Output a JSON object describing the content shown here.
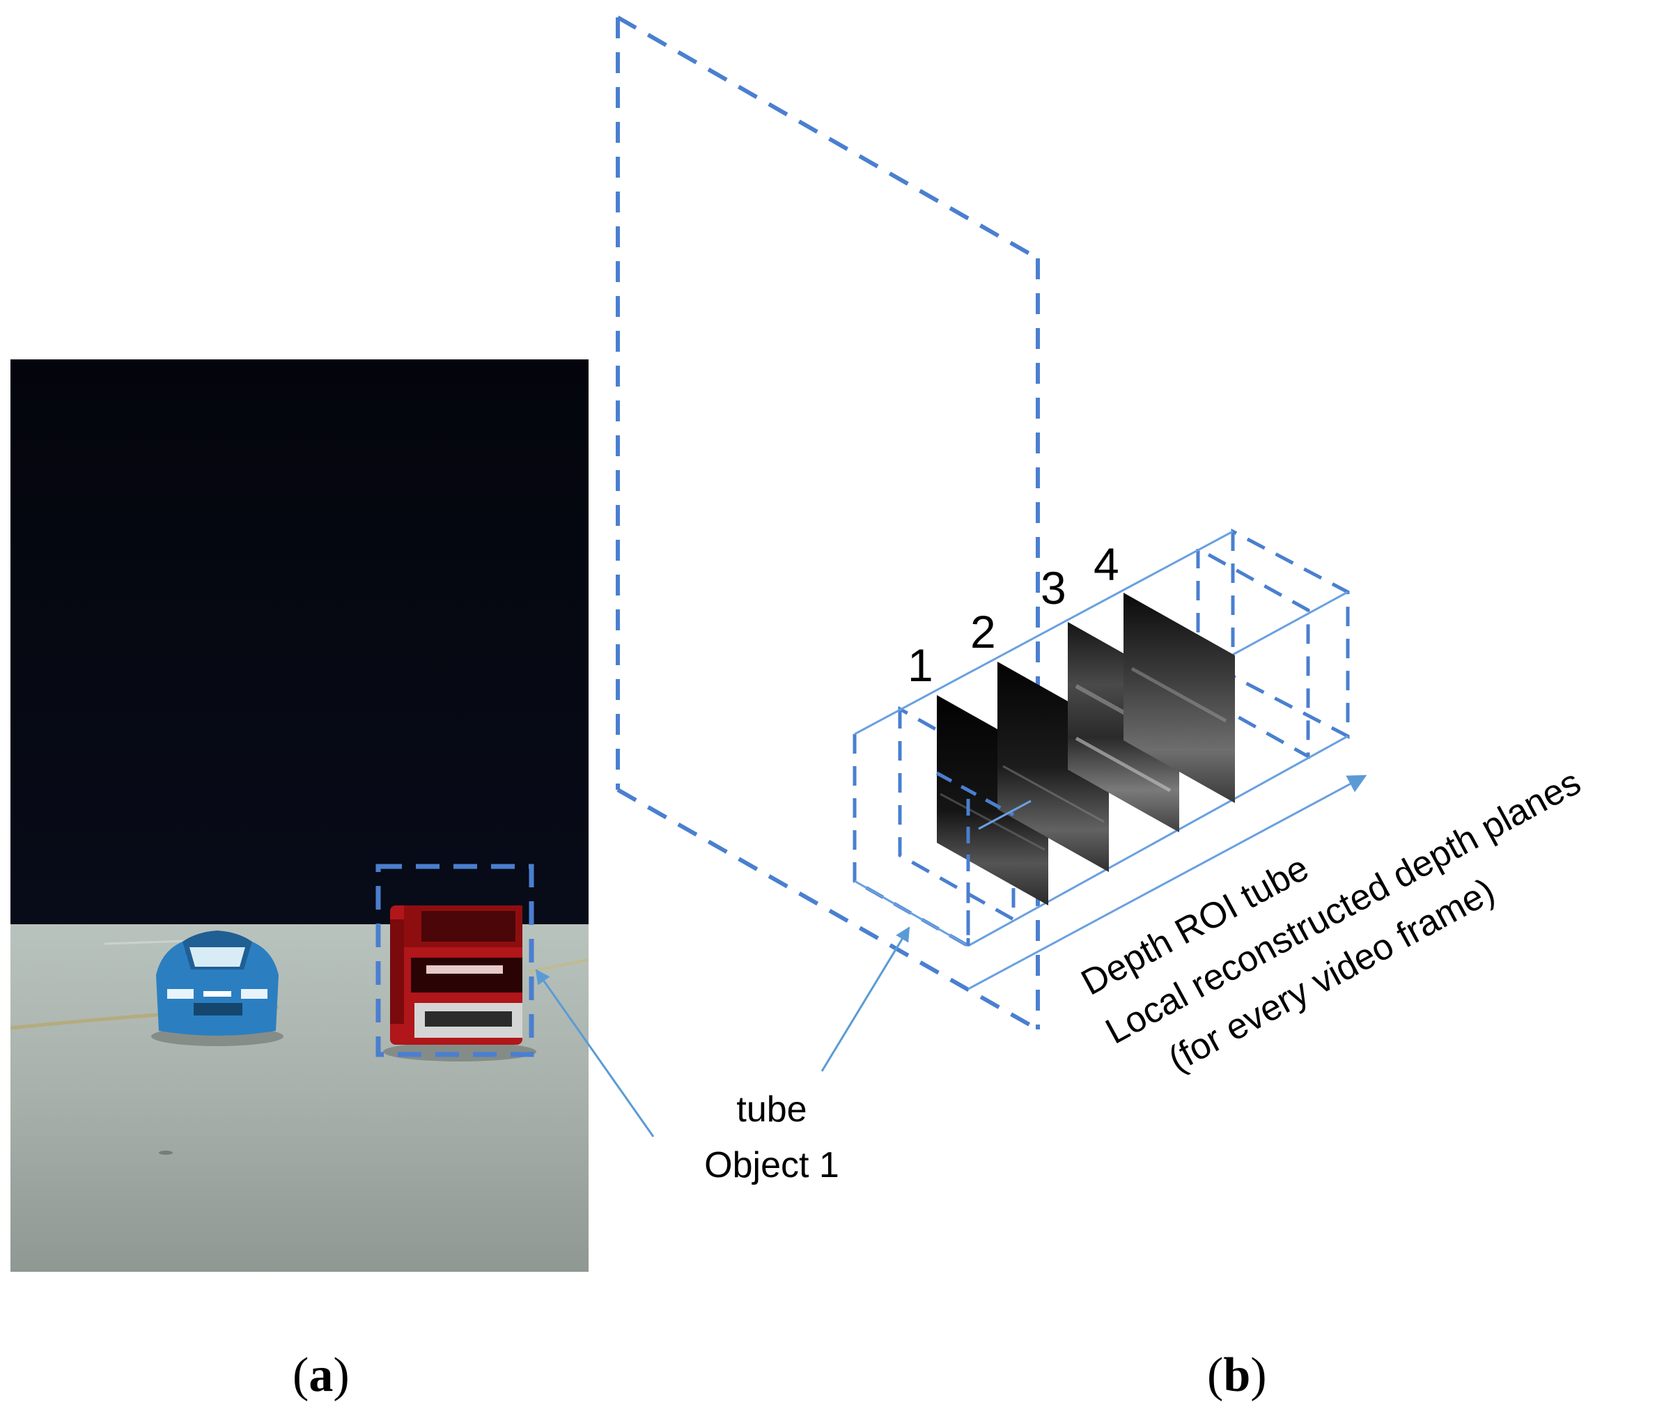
{
  "panel_a": {
    "caption_open": "(",
    "caption_letter": "a",
    "caption_close": ")"
  },
  "panel_b": {
    "caption_open": "(",
    "caption_letter": "b",
    "caption_close": ")",
    "plane_numbers": [
      "1",
      "2",
      "3",
      "4"
    ],
    "object_label_line1": "tube",
    "object_label_line2": "Object 1",
    "tube_label": "Depth ROI tube",
    "planes_label_line1": "Local reconstructed depth planes",
    "planes_label_line2": "(for every video frame)"
  },
  "colors": {
    "dashed_lines": "#4a7fd0",
    "solid_lines": "#6aa0e0",
    "arrows": "#5b9bd5",
    "photo_background": "#05070f",
    "floor": "#a9b3ad"
  }
}
